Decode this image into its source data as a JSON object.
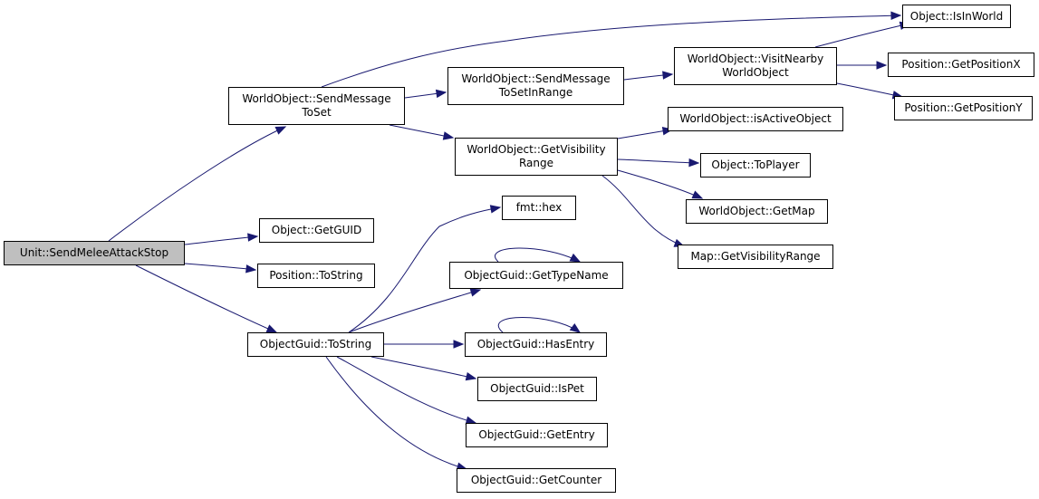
{
  "diagram": {
    "type": "call-graph",
    "colors": {
      "edge": "#191970",
      "root_fill": "#bfbfbf",
      "node_fill": "#ffffff",
      "border": "#000000"
    },
    "root": "n_root",
    "nodes": [
      {
        "id": "n_root",
        "label": "Unit::SendMeleeAttackStop"
      },
      {
        "id": "n_smts",
        "label": "WorldObject::SendMessage\nToSet"
      },
      {
        "id": "n_getguid",
        "label": "Object::GetGUID"
      },
      {
        "id": "n_postostr",
        "label": "Position::ToString"
      },
      {
        "id": "n_guidtostr",
        "label": "ObjectGuid::ToString"
      },
      {
        "id": "n_smtsir",
        "label": "WorldObject::SendMessage\nToSetInRange"
      },
      {
        "id": "n_getvis",
        "label": "WorldObject::GetVisibility\nRange"
      },
      {
        "id": "n_isinworld",
        "label": "Object::IsInWorld"
      },
      {
        "id": "n_visit",
        "label": "WorldObject::VisitNearby\nWorldObject"
      },
      {
        "id": "n_posx",
        "label": "Position::GetPositionX"
      },
      {
        "id": "n_posy",
        "label": "Position::GetPositionY"
      },
      {
        "id": "n_isactive",
        "label": "WorldObject::isActiveObject"
      },
      {
        "id": "n_toplayer",
        "label": "Object::ToPlayer"
      },
      {
        "id": "n_getmap",
        "label": "WorldObject::GetMap"
      },
      {
        "id": "n_mapvis",
        "label": "Map::GetVisibilityRange"
      },
      {
        "id": "n_hex",
        "label": "fmt::hex"
      },
      {
        "id": "n_typename",
        "label": "ObjectGuid::GetTypeName"
      },
      {
        "id": "n_hasentry",
        "label": "ObjectGuid::HasEntry"
      },
      {
        "id": "n_ispet",
        "label": "ObjectGuid::IsPet"
      },
      {
        "id": "n_getentry",
        "label": "ObjectGuid::GetEntry"
      },
      {
        "id": "n_getcounter",
        "label": "ObjectGuid::GetCounter"
      }
    ],
    "edges": [
      {
        "from": "n_root",
        "to": "n_smts"
      },
      {
        "from": "n_root",
        "to": "n_getguid"
      },
      {
        "from": "n_root",
        "to": "n_postostr"
      },
      {
        "from": "n_root",
        "to": "n_guidtostr"
      },
      {
        "from": "n_smts",
        "to": "n_isinworld"
      },
      {
        "from": "n_smts",
        "to": "n_smtsir"
      },
      {
        "from": "n_smts",
        "to": "n_getvis"
      },
      {
        "from": "n_smtsir",
        "to": "n_visit"
      },
      {
        "from": "n_visit",
        "to": "n_isinworld"
      },
      {
        "from": "n_visit",
        "to": "n_posx"
      },
      {
        "from": "n_visit",
        "to": "n_posy"
      },
      {
        "from": "n_getvis",
        "to": "n_isactive"
      },
      {
        "from": "n_getvis",
        "to": "n_toplayer"
      },
      {
        "from": "n_getvis",
        "to": "n_getmap"
      },
      {
        "from": "n_getvis",
        "to": "n_mapvis"
      },
      {
        "from": "n_guidtostr",
        "to": "n_hex"
      },
      {
        "from": "n_guidtostr",
        "to": "n_typename"
      },
      {
        "from": "n_guidtostr",
        "to": "n_hasentry"
      },
      {
        "from": "n_guidtostr",
        "to": "n_ispet"
      },
      {
        "from": "n_guidtostr",
        "to": "n_getentry"
      },
      {
        "from": "n_guidtostr",
        "to": "n_getcounter"
      },
      {
        "from": "n_typename",
        "to": "n_typename"
      },
      {
        "from": "n_hasentry",
        "to": "n_hasentry"
      }
    ]
  }
}
